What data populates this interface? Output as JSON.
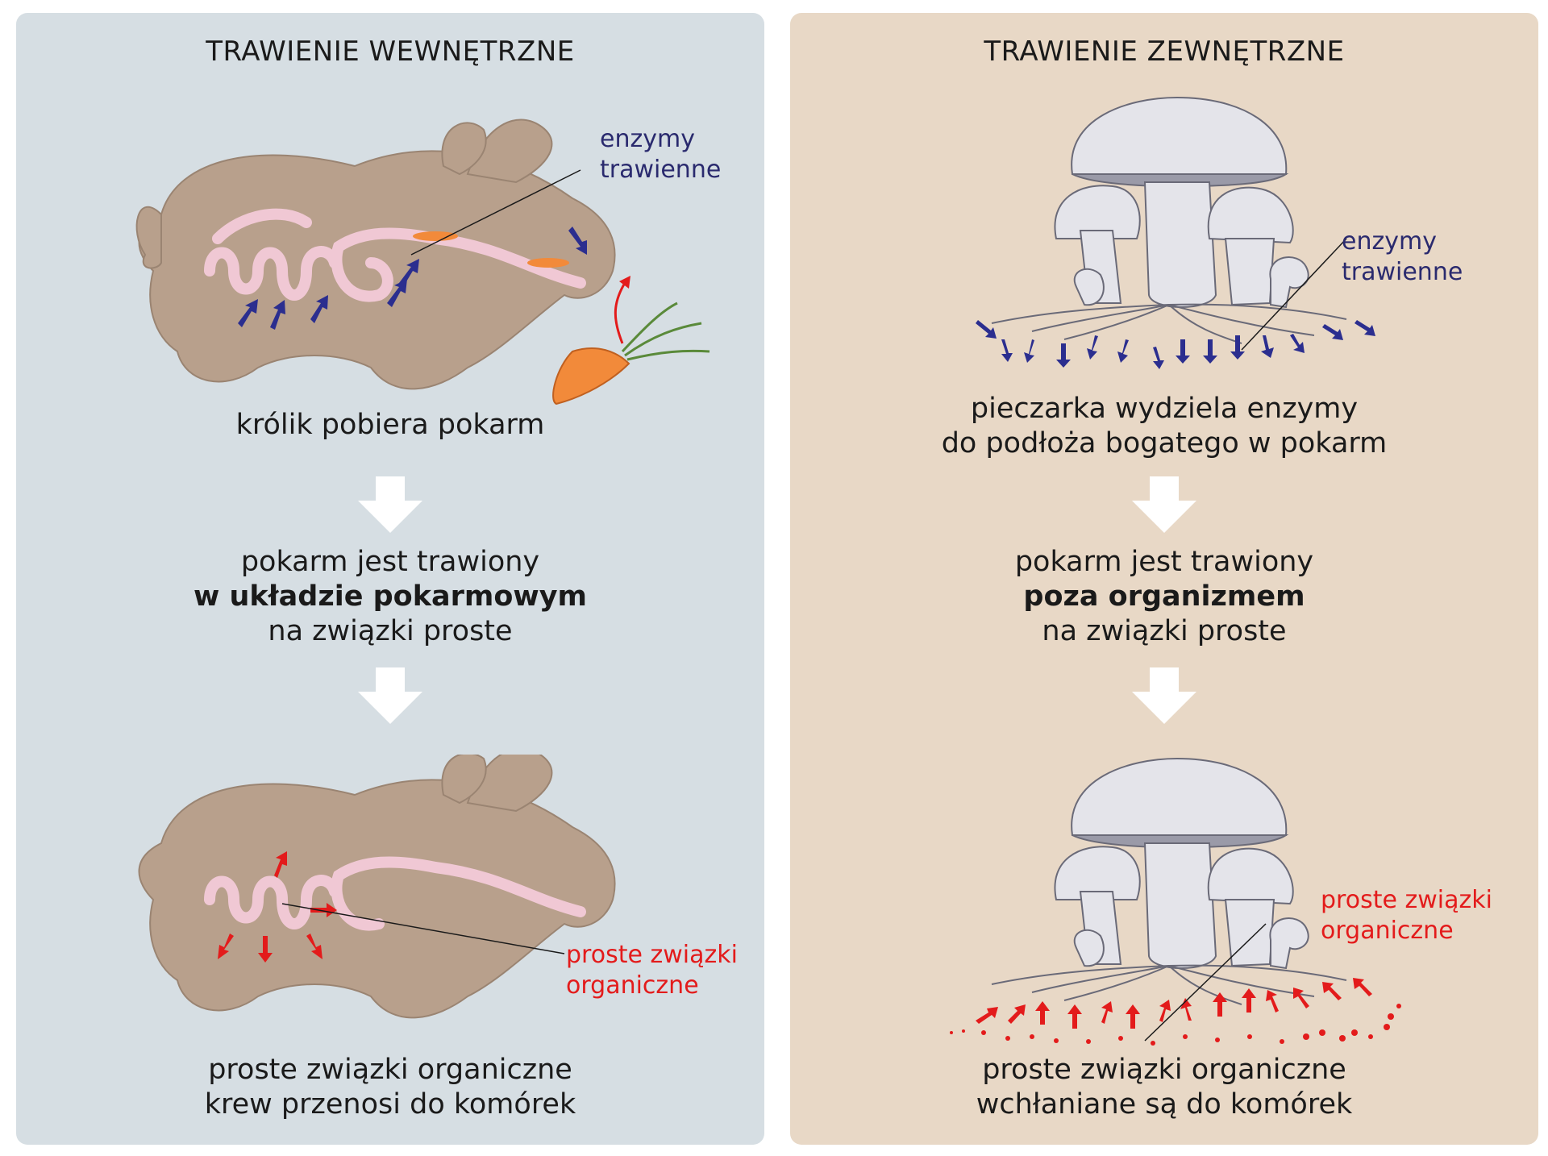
{
  "left": {
    "title": "TRAWIENIE WEWNĘTRZNE",
    "enzymes_label": [
      "enzymy",
      "trawienne"
    ],
    "step1": "królik pobiera pokarm",
    "step2": [
      "pokarm jest trawiony",
      "w układzie pokarmowym",
      "na związki proste"
    ],
    "products_label": [
      "proste związki",
      "organiczne"
    ],
    "step3": [
      "proste związki organiczne",
      "krew przenosi do komórek"
    ]
  },
  "right": {
    "title": "TRAWIENIE ZEWNĘTRZNE",
    "enzymes_label": [
      "enzymy",
      "trawienne"
    ],
    "step1": [
      "pieczarka wydziela enzymy",
      "do podłoża bogatego w pokarm"
    ],
    "step2": [
      "pokarm jest trawiony",
      "poza organizmem",
      "na związki proste"
    ],
    "products_label": [
      "proste związki",
      "organiczne"
    ],
    "step3": [
      "proste związki organiczne",
      "wchłaniane są do komórek"
    ]
  },
  "colors": {
    "left_panel": "#d6dee3",
    "right_panel": "#e8d8c6",
    "rabbit": "#b8a08c",
    "digestive_tract": "#f0c8d4",
    "enzyme_arrows": "#2b2e8f",
    "product_arrows": "#e31b1b",
    "carrot": "#f28a3a",
    "mushroom": "#e4e4ea"
  }
}
